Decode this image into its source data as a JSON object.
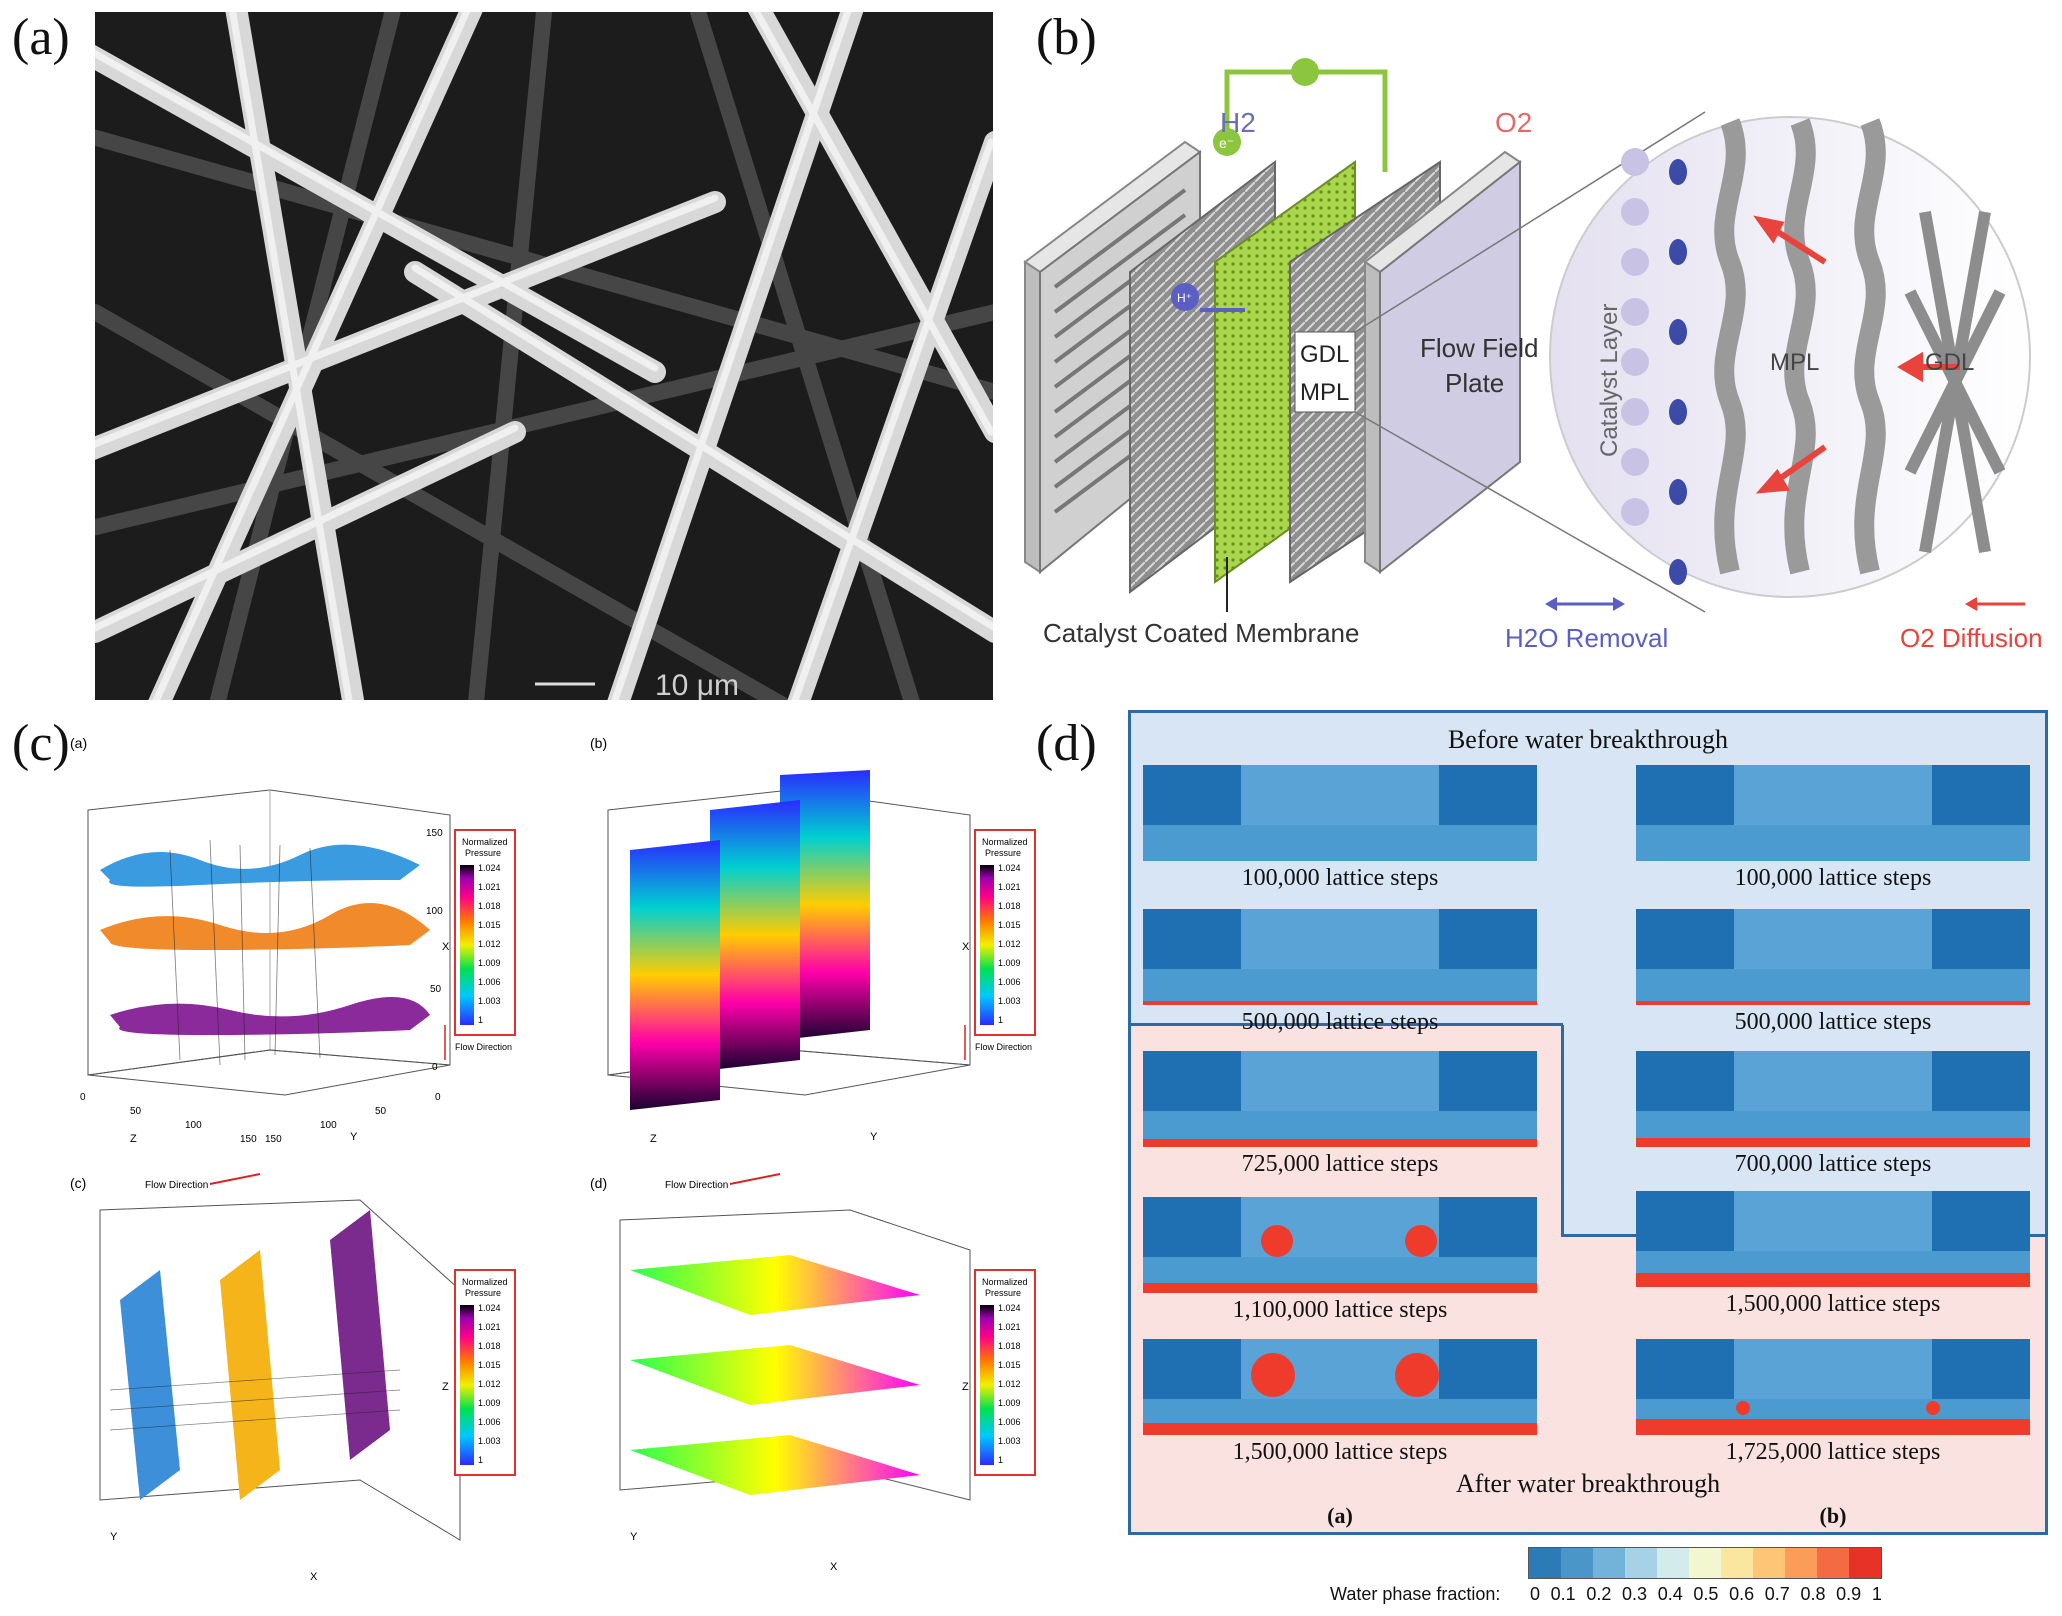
{
  "panel_labels": {
    "a": "(a)",
    "b": "(b)",
    "c": "(c)",
    "d": "(d)"
  },
  "panel_a": {
    "scale_bar_text": "10 μm"
  },
  "panel_b": {
    "h2": "H2",
    "o2": "O2",
    "electron": "e⁻",
    "proton": "H⁺",
    "gdl": "GDL",
    "mpl": "MPL",
    "flow_field_plate": [
      "Flow Field",
      "Plate"
    ],
    "catalyst_coated_membrane": "Catalyst Coated Membrane",
    "catalyst_layer": "Catalyst Layer",
    "mpl_zoom": "MPL",
    "gdl_zoom": "GDL",
    "h2o_removal": "H2O Removal",
    "o2_diffusion": "O2 Diffusion",
    "colors": {
      "accent_green": "#8cc63f",
      "water_blue": "#3d4ba8",
      "arrow_red": "#e8433c"
    }
  },
  "panel_c": {
    "subplots": [
      {
        "tag": "(a)",
        "legend_title": [
          "Normalized",
          "Pressure"
        ],
        "axis_vertical": "X",
        "axis_h1": "Z",
        "axis_h2": "Y",
        "flow": "Flow Direction"
      },
      {
        "tag": "(b)",
        "legend_title": [
          "Normalized",
          "Pressure"
        ],
        "axis_vertical": "X",
        "axis_h1": "Z",
        "axis_h2": "Y",
        "flow": "Flow Direction"
      },
      {
        "tag": "(c)",
        "legend_title": [
          "Normalized",
          "Pressure"
        ],
        "axis_vertical": "Z",
        "axis_h1": "Y",
        "axis_h2": "X",
        "flow": "Flow Direction"
      },
      {
        "tag": "(d)",
        "legend_title": [
          "Normalized",
          "Pressure"
        ],
        "axis_vertical": "Z",
        "axis_h1": "Y",
        "axis_h2": "X",
        "flow": "Flow Direction"
      }
    ],
    "legend_values": [
      "1.024",
      "1.021",
      "1.018",
      "1.015",
      "1.012",
      "1.009",
      "1.006",
      "1.003",
      "1"
    ],
    "vertical_ticks": [
      "0",
      "50",
      "100",
      "150"
    ],
    "horizontal_ticks": [
      "0",
      "50",
      "100",
      "150"
    ]
  },
  "panel_d": {
    "before": "Before water breakthrough",
    "after": "After water breakthrough",
    "col_a": "(a)",
    "col_b": "(b)",
    "left_steps": [
      "100,000 lattice steps",
      "500,000 lattice steps",
      "725,000 lattice steps",
      "1,100,000 lattice steps",
      "1,500,000 lattice steps"
    ],
    "right_steps": [
      "100,000 lattice steps",
      "500,000 lattice steps",
      "700,000 lattice steps",
      "1,500,000 lattice steps",
      "1,725,000 lattice steps"
    ],
    "colorbar_label": "Water phase fraction:",
    "colorbar_ticks": [
      "0",
      "0.1",
      "0.2",
      "0.3",
      "0.4",
      "0.5",
      "0.6",
      "0.7",
      "0.8",
      "0.9",
      "1"
    ],
    "colorbar_colors": [
      "#2c7bb6",
      "#4b96c9",
      "#74b3d9",
      "#a7d1e6",
      "#d4ebeb",
      "#f2f7cf",
      "#fbe6a0",
      "#fdc677",
      "#fb9c59",
      "#f36a43",
      "#e63227"
    ]
  }
}
